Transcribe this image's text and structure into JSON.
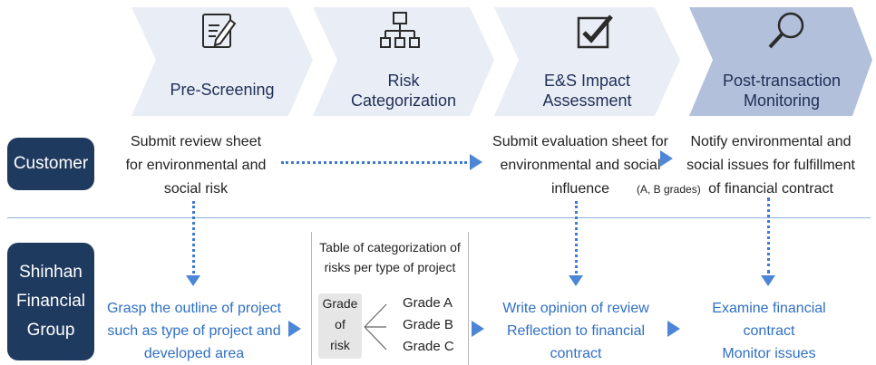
{
  "stages": [
    {
      "label": "Pre-Screening",
      "icon": "document-edit-icon"
    },
    {
      "label": "Risk\nCategorization",
      "icon": "hierarchy-icon"
    },
    {
      "label": "E&S Impact\nAssessment",
      "icon": "checkbox-icon"
    },
    {
      "label": "Post-transaction\nMonitoring",
      "icon": "magnifier-icon"
    }
  ],
  "customer": {
    "label": "Customer",
    "step1": "Submit review sheet\nfor environmental and\nsocial risk",
    "step3": "Submit evaluation sheet for\nenvironmental and social\ninfluence",
    "step3_note": "(A, B grades)",
    "step4": "Notify environmental and\nsocial issues for fulfillment\nof financial contract"
  },
  "sfg": {
    "label": "Shinhan\nFinancial\nGroup",
    "step1": "Grasp the outline of project\nsuch as type of project and\ndeveloped area",
    "table_title": "Table of categorization of\nrisks per type of project",
    "grade_label": "Grade\nof\nrisk",
    "grades": [
      "Grade A",
      "Grade B",
      "Grade C"
    ],
    "step3": "Write opinion of review\nReflection to financial\ncontract",
    "step4": "Examine financial\ncontract\nMonitor issues"
  },
  "colors": {
    "chevron_light": "#e9edf5",
    "chevron_dark": "#b3c0db",
    "side_box": "#1f3a5f",
    "accent": "#3f7bd0"
  }
}
